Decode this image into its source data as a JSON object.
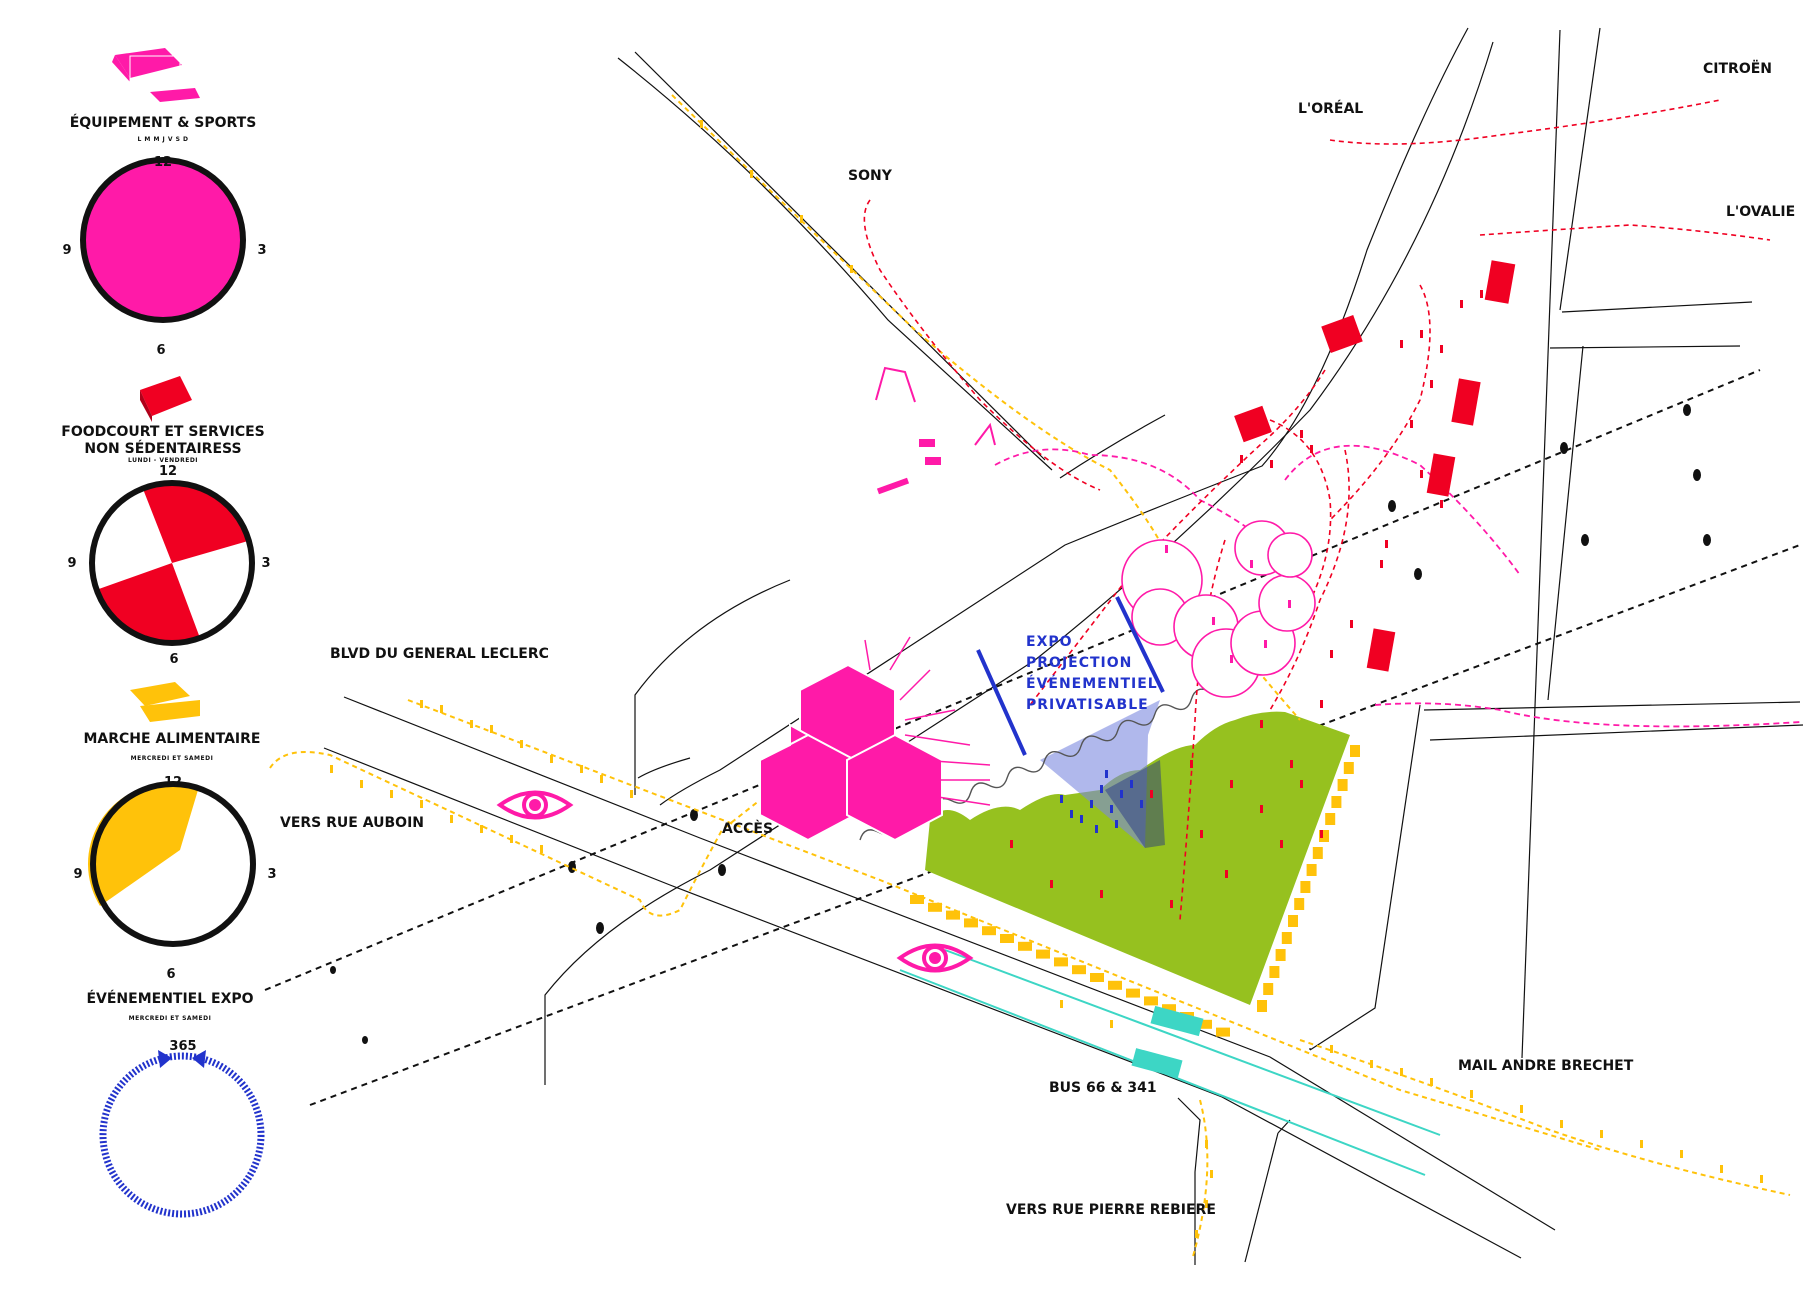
{
  "colors": {
    "magenta": "#ff1aa8",
    "red": "#f00022",
    "yellow": "#ffc20a",
    "blue": "#2233cc",
    "green": "#96c11f",
    "cyan": "#3dd6c5",
    "road": "#111111"
  },
  "legend": {
    "sports": {
      "title": "ÉQUIPEMENT & SPORTS",
      "sub": "L M M J V S D",
      "icon": "equipment-block-icon",
      "clock": {
        "top": "12",
        "right": "3",
        "bottom": "6",
        "left": "9"
      },
      "filled_fraction": 1.0
    },
    "food": {
      "title_line1": "FOODCOURT ET SERVICES",
      "title_line2": "NON SÉDENTAIRESS",
      "sub": "LUNDI - VENDREDI",
      "icon": "food-truck-icon",
      "clock": {
        "top": "12",
        "right": "3",
        "bottom": "6",
        "left": "9"
      }
    },
    "market": {
      "title": "MARCHE ALIMENTAIRE",
      "sub": "MERCREDI ET SAMEDI",
      "icon": "market-stalls-icon",
      "clock": {
        "top": "12",
        "right": "3",
        "bottom": "6",
        "left": "9"
      }
    },
    "event": {
      "title": "ÉVÉNEMENTIEL EXPO",
      "sub": "MERCREDI ET SAMEDI",
      "icon": "annual-cycle-icon",
      "days": "365"
    }
  },
  "map": {
    "brands": {
      "sony": "SONY",
      "loreal": "L'ORÉAL",
      "citroen": "CITROËN",
      "lovalie": "L'OVALIE"
    },
    "streets": {
      "blvd": "BLVD DU GENERAL LECLERC",
      "auboin": "VERS RUE AUBOIN",
      "brechet": "MAIL ANDRE BRECHET",
      "rebiere": "VERS RUE PIERRE REBIERE",
      "bus": "BUS 66 & 341",
      "acces": "ACCÈS"
    },
    "event_zone": [
      "EXPO",
      "PROJECTION",
      "ÉVÉNEMENTIEL",
      "PRIVATISABLE"
    ]
  }
}
